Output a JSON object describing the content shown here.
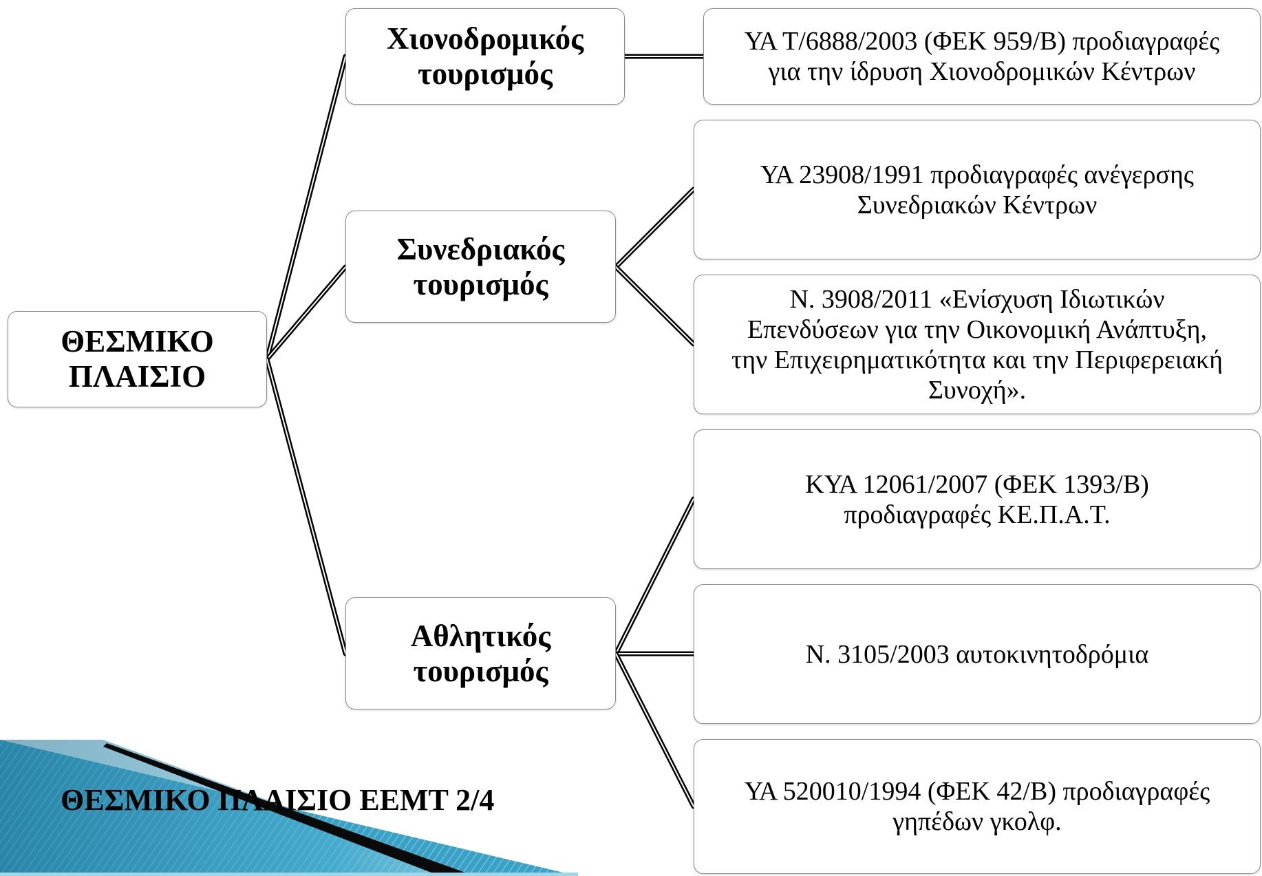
{
  "root": {
    "lines": [
      "ΘΕΣΜΙΚΟ",
      "ΠΛΑΙΣΙΟ"
    ]
  },
  "branches": [
    {
      "lines": [
        "Χιονοδρομικός",
        "τουρισμός"
      ],
      "laws": [
        {
          "lines": [
            "ΥΑ Τ/6888/2003 (ΦΕΚ 959/Β) προδιαγραφές",
            "για την ίδρυση Χιονοδρομικών Κέντρων"
          ]
        }
      ]
    },
    {
      "lines": [
        "Συνεδριακός",
        "τουρισμός"
      ],
      "laws": [
        {
          "lines": [
            "ΥΑ 23908/1991 προδιαγραφές ανέγερσης",
            "Συνεδριακών Κέντρων"
          ]
        },
        {
          "lines": [
            "Ν. 3908/2011 «Ενίσχυση Ιδιωτικών",
            "Επενδύσεων για την Οικονομική Ανάπτυξη,",
            "την Επιχειρηματικότητα και την Περιφερειακή",
            "Συνοχή»."
          ]
        }
      ]
    },
    {
      "lines": [
        "Αθλητικός",
        "τουρισμός"
      ],
      "laws": [
        {
          "lines": [
            "ΚΥΑ 12061/2007 (ΦΕΚ 1393/Β)",
            "προδιαγραφές ΚΕ.Π.Α.Τ."
          ]
        },
        {
          "lines": [
            "Ν. 3105/2003 αυτοκινητοδρόμια"
          ]
        },
        {
          "lines": [
            "ΥΑ 520010/1994 (ΦΕΚ 42/Β) προδιαγραφές",
            "γηπέδων γκολφ."
          ]
        }
      ]
    }
  ],
  "footer": {
    "title": "ΘΕΣΜΙΚΟ ΠΛΑΙΣΙΟ ΕΕΜΤ 2/4"
  },
  "colors": {
    "border": "#8a8a8a",
    "connector": "#000000",
    "accent": "#1a7fa6"
  }
}
